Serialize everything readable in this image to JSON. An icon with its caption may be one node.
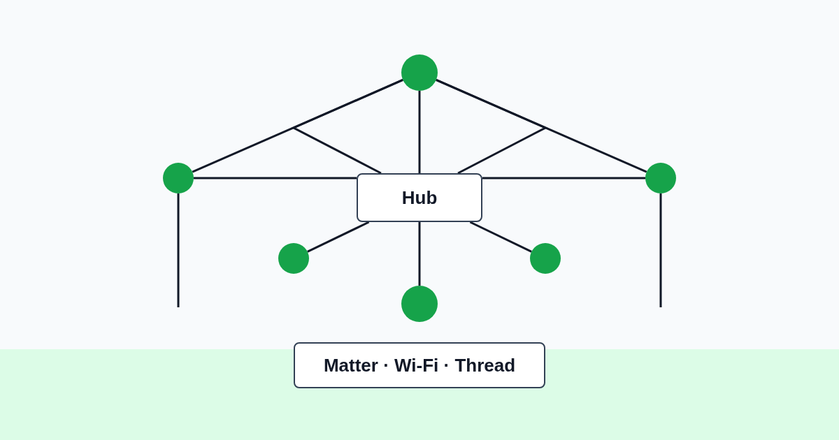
{
  "diagram": {
    "nodes": [
      {
        "text": [],
        "shape": "circle"
      },
      {
        "text": [],
        "shape": "circle"
      },
      {
        "text": [],
        "shape": "circle"
      },
      {
        "text": [
          "Hub"
        ]
      },
      {
        "text": [],
        "shape": "circle"
      },
      {
        "text": [],
        "shape": "circle"
      },
      {
        "text": [],
        "shape": "circle"
      },
      {
        "text": [
          "Matter · Wi-Fi · Thread"
        ]
      }
    ],
    "edges": [
      {
        "from": 0,
        "to": 1,
        "arrow": "none"
      },
      {
        "from": 0,
        "to": 2,
        "arrow": "none"
      },
      {
        "from": 0,
        "to": 3,
        "arrow": "none"
      },
      {
        "from": 1,
        "to": 3,
        "arrow": "none"
      },
      {
        "from": 2,
        "to": 3,
        "arrow": "none"
      },
      {
        "from": 0,
        "to": 3,
        "arrow": "none"
      },
      {
        "from": 0,
        "to": 3,
        "arrow": "none"
      },
      {
        "from": 3,
        "to": 4,
        "arrow": "none"
      },
      {
        "from": 3,
        "to": 5,
        "arrow": "none"
      },
      {
        "from": 3,
        "to": 6,
        "arrow": "none"
      },
      {
        "from": 1,
        "to": null,
        "arrow": "none"
      },
      {
        "from": 2,
        "to": null,
        "arrow": "none"
      }
    ]
  }
}
